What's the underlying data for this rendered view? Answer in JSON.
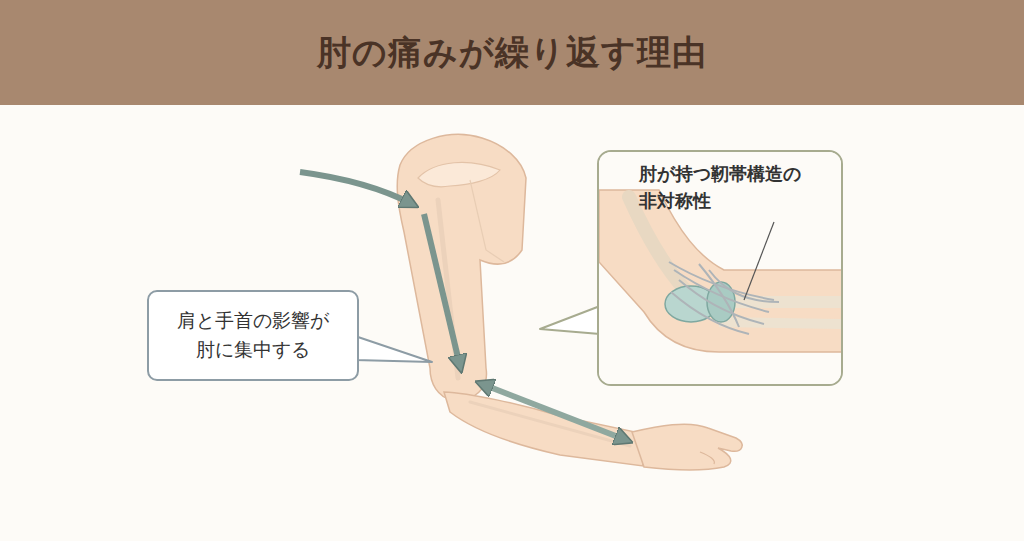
{
  "diagram": {
    "title": "肘の痛みが繰り返す理由",
    "nodes": [
      {
        "text": [
          "肩と手首の影響が 肘に集中する"
        ]
      },
      {
        "text": [
          "肘が持つ靭帯構造の 非対称性"
        ]
      }
    ]
  }
}
